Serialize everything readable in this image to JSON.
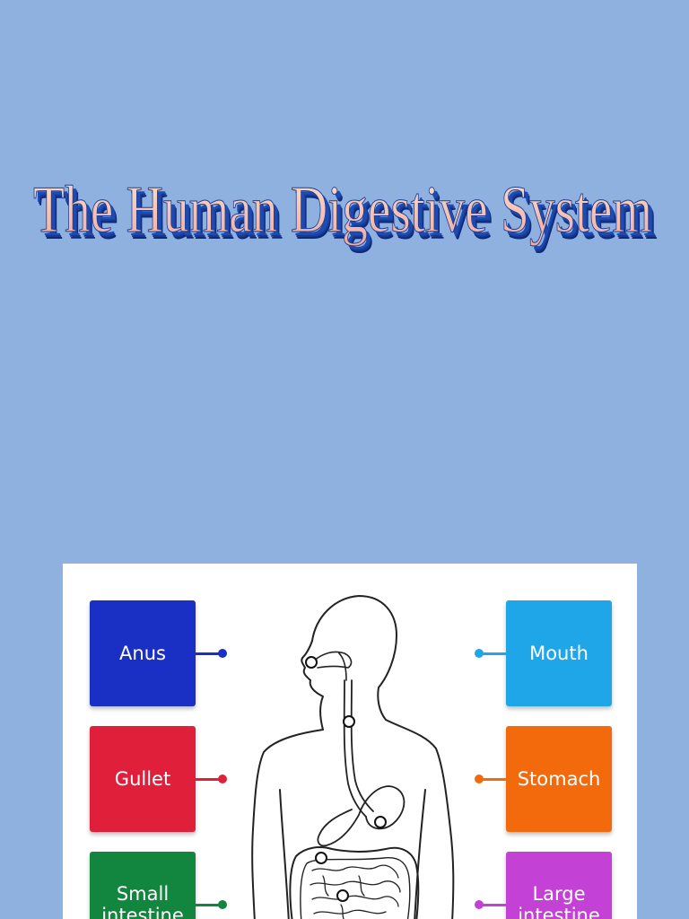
{
  "title": "The Human Digestive System",
  "colors": {
    "background": "#8eb1e0",
    "title_face": "#f6c1a8",
    "title_extrude": "#1b3f9a",
    "panel": "#ffffff"
  },
  "labels": {
    "left": [
      {
        "text": "Anus",
        "color": "#1a2fc4"
      },
      {
        "text": "Gullet",
        "color": "#e0203a"
      },
      {
        "text": "Small intestine",
        "color": "#12853e"
      }
    ],
    "right": [
      {
        "text": "Mouth",
        "color": "#1ea6e8"
      },
      {
        "text": "Stomach",
        "color": "#f26a0c"
      },
      {
        "text": "Large intestine",
        "color": "#c441d6"
      }
    ]
  }
}
